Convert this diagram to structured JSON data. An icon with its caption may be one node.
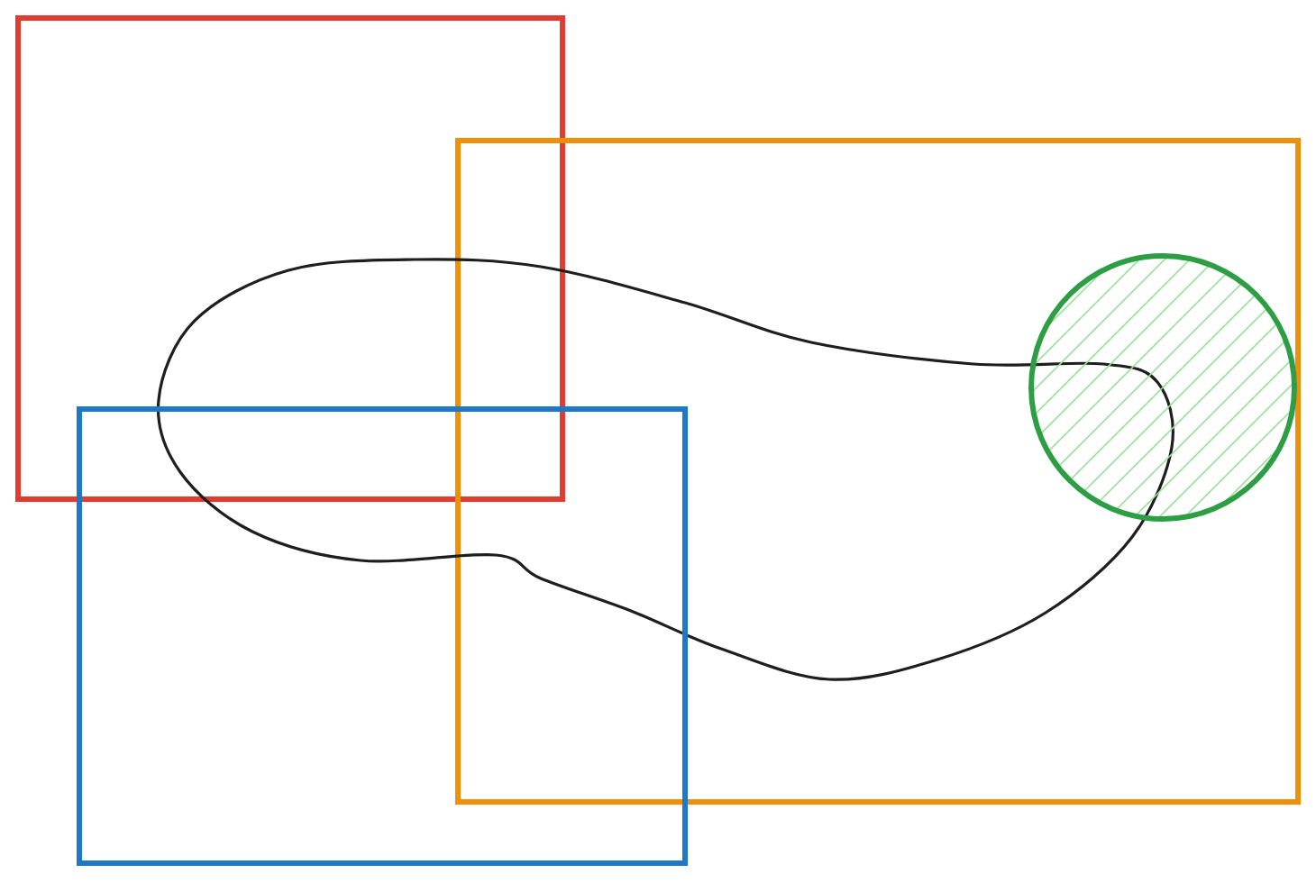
{
  "diagram": {
    "nodes": [
      {
        "text": [],
        "shape": "box"
      },
      {
        "text": [],
        "shape": "box"
      },
      {
        "text": [],
        "shape": "box"
      },
      {
        "text": [],
        "shape": "circle"
      }
    ]
  }
}
